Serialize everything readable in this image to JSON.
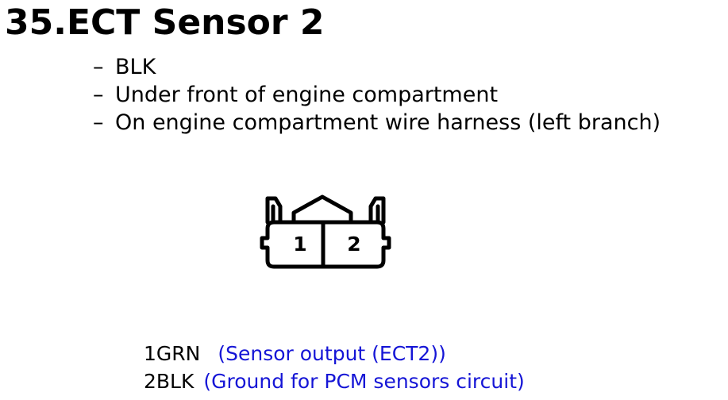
{
  "title": "35.ECT Sensor 2",
  "details": [
    "BLK",
    "Under front of engine compartment",
    "On engine compartment wire harness (left branch)"
  ],
  "bullet": "–",
  "connector": {
    "pins": [
      "1",
      "2"
    ]
  },
  "pinout": [
    {
      "pin": "1GRN",
      "description": "(Sensor output (ECT2))"
    },
    {
      "pin": "2BLK",
      "description": "(Ground for PCM sensors circuit)"
    }
  ],
  "colors": {
    "text": "#000000",
    "description": "#1515d6"
  }
}
